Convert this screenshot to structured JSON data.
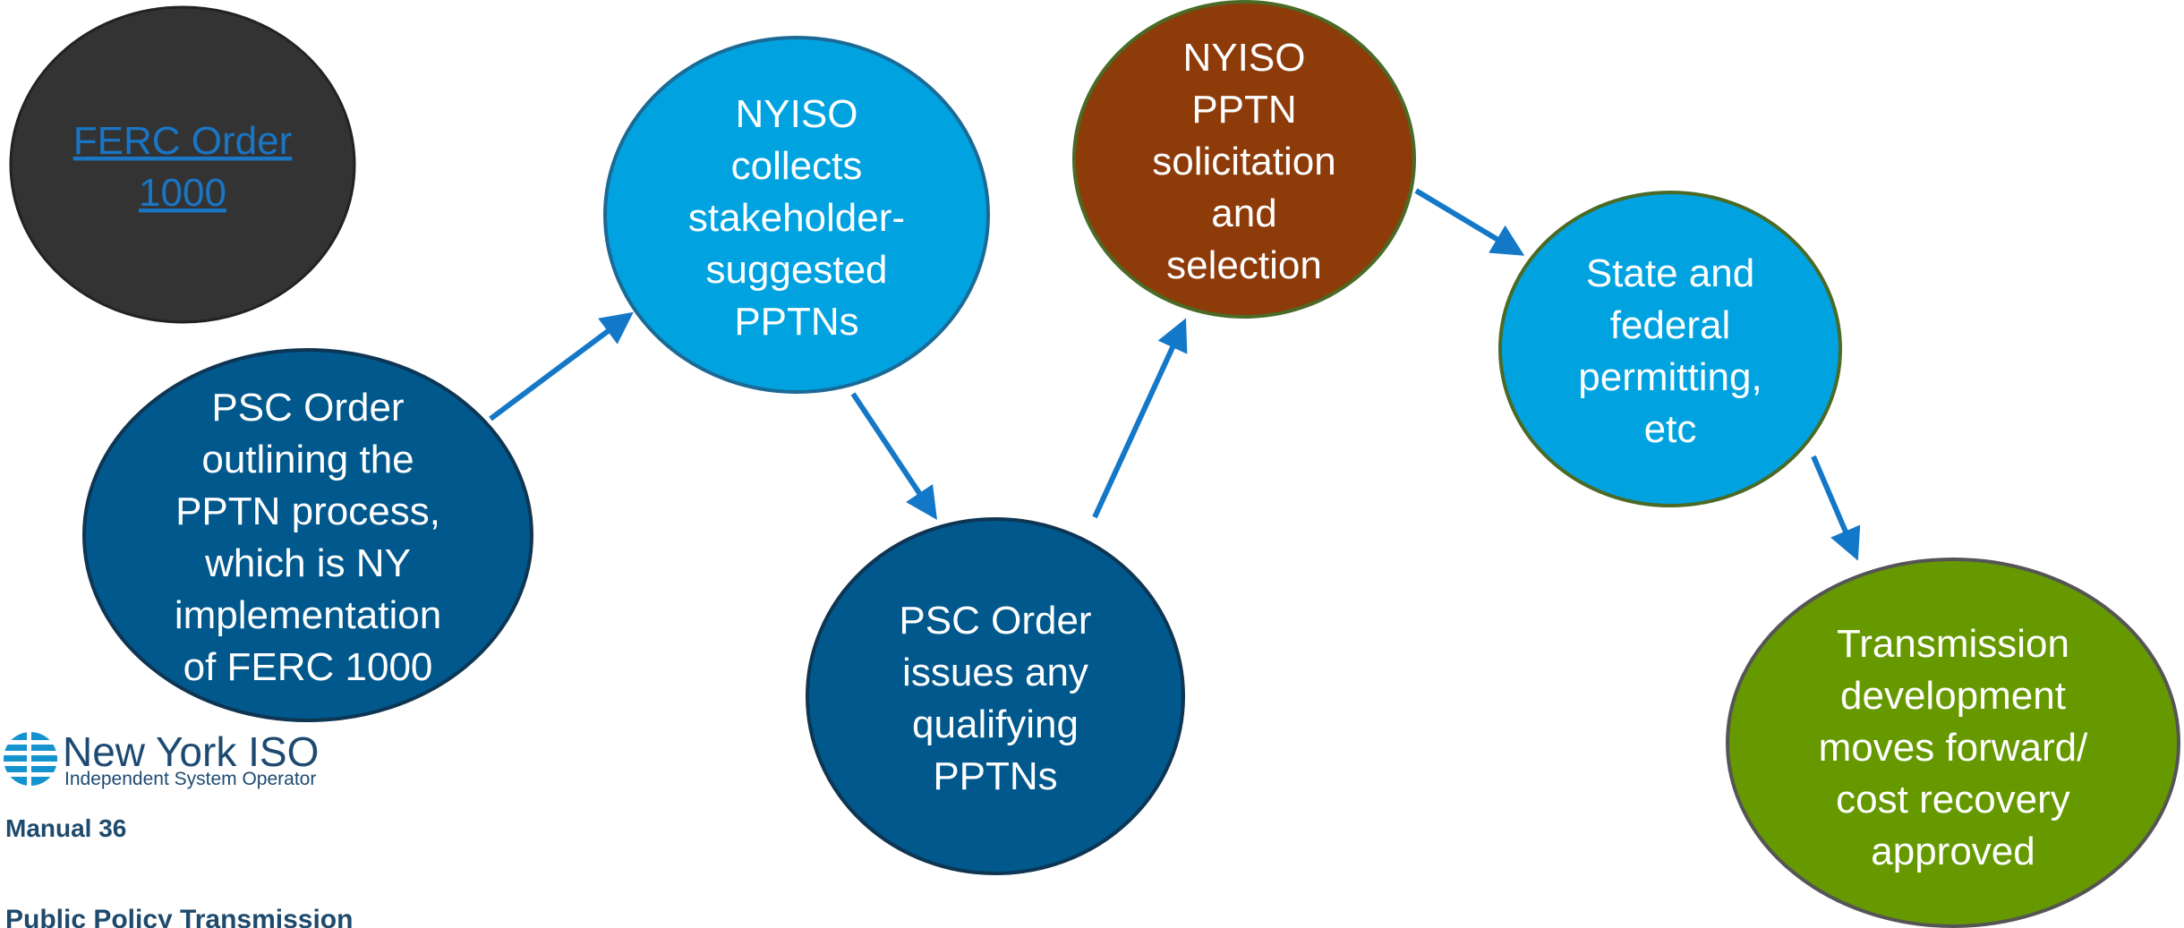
{
  "logo": {
    "name": "New York ISO",
    "tagline": "Independent System Operator"
  },
  "document": {
    "manual": "Manual 36",
    "title": "Public Policy Transmission"
  },
  "colors": {
    "dark_gray": "#333333",
    "light_blue": "#00a3e0",
    "dark_blue": "#00588d",
    "brown": "#8e3b0a",
    "green": "#669900",
    "arrow": "#1478c8",
    "link": "#1a75c4"
  },
  "nodes": {
    "ferc": {
      "lines": [
        "FERC Order",
        "1000"
      ],
      "is_link": true
    },
    "psc_outline": {
      "lines": [
        "PSC Order",
        "outlining the",
        "PPTN process,",
        "which is NY",
        "implementation",
        "of FERC 1000"
      ]
    },
    "nyiso_collects": {
      "lines": [
        "NYISO",
        "collects",
        "stakeholder-",
        "suggested",
        "PPTNs"
      ]
    },
    "psc_issues": {
      "lines": [
        "PSC Order",
        "issues any",
        "qualifying",
        "PPTNs"
      ]
    },
    "nyiso_solicit": {
      "lines": [
        "NYISO",
        "PPTN",
        "solicitation",
        "and",
        "selection"
      ]
    },
    "permitting": {
      "lines": [
        "State and",
        "federal",
        "permitting,",
        "etc"
      ]
    },
    "transmission": {
      "lines": [
        "Transmission",
        "development",
        "moves forward/",
        "cost recovery",
        "approved"
      ]
    }
  }
}
